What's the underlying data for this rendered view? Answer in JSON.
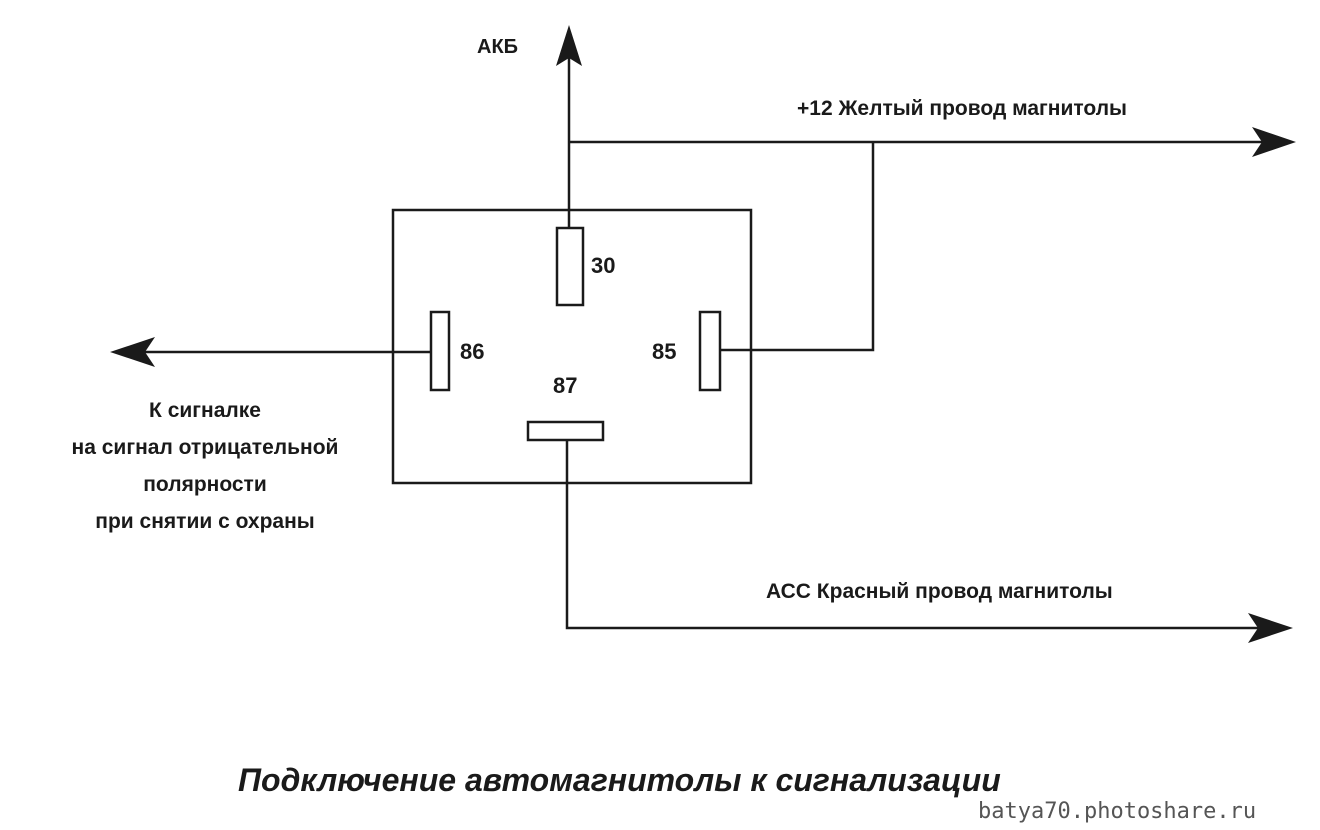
{
  "relay": {
    "pin_30": "30",
    "pin_85": "85",
    "pin_86": "86",
    "pin_87": "87"
  },
  "labels": {
    "battery": "АКБ",
    "yellow_wire": "+12 Желтый провод магнитолы",
    "red_wire": "АСС Красный провод магнитолы",
    "alarm_lines": [
      "К сигналке",
      "на сигнал отрицательной",
      "полярности",
      "при снятии с охраны"
    ]
  },
  "caption": "Подключение автомагнитолы к сигнализации",
  "watermark": "batya70.photoshare.ru",
  "colors": {
    "line": "#1a1a1a",
    "background": "#ffffff"
  }
}
